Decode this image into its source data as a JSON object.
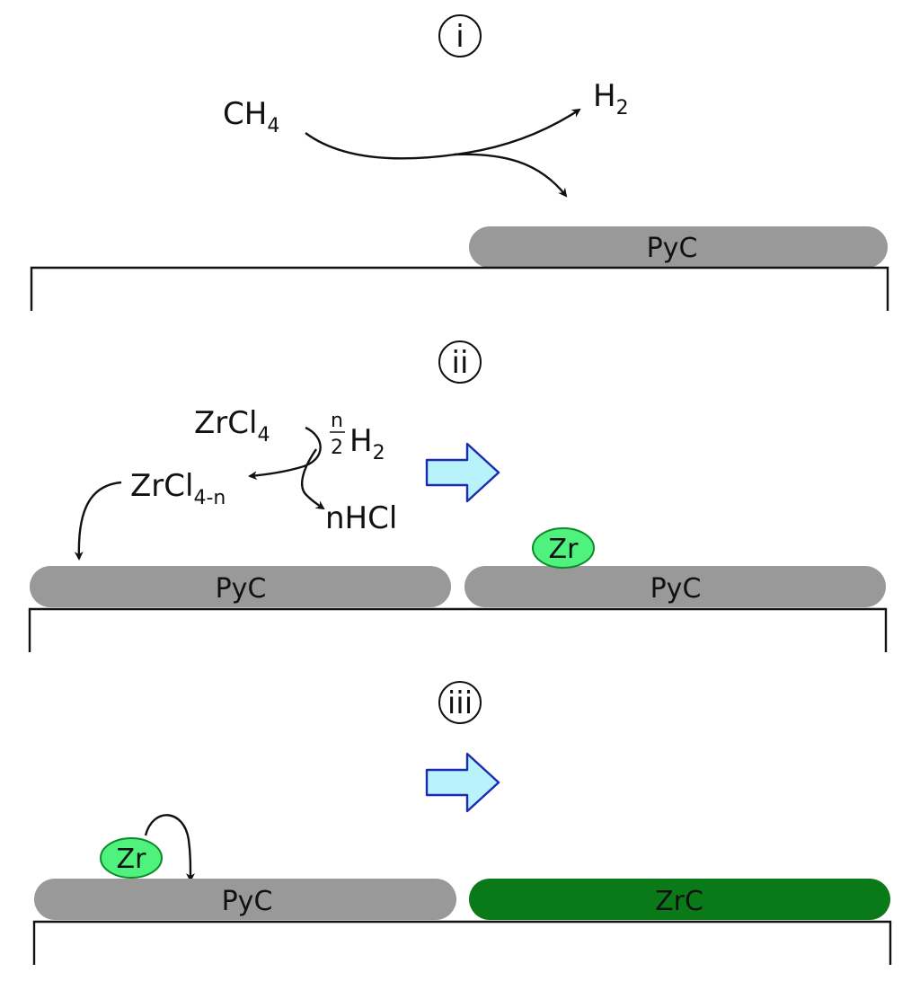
{
  "colors": {
    "pyc_bar": "#999999",
    "zrc_bar": "#0a7a19",
    "zr_atom": "#4ef27d",
    "zr_atom_outline": "#0d8a2a",
    "process_arrow_fill": "#b8f2fb",
    "process_arrow_stroke": "#1a2bb0",
    "line": "#111111"
  },
  "stages": {
    "i": {
      "label": "i",
      "reactant": {
        "base": "CH",
        "sub": "4"
      },
      "product": {
        "base": "H",
        "sub": "2"
      },
      "bar": "PyC"
    },
    "ii": {
      "label": "ii",
      "reactant": {
        "base": "ZrCl",
        "sub": "4"
      },
      "coreactant": {
        "coef_num": "n",
        "coef_den": "2",
        "base": "H",
        "sub": "2"
      },
      "intermediate": {
        "base": "ZrCl",
        "sub": "4-n"
      },
      "byproduct": "nHCl",
      "bar_left": "PyC",
      "bar_right": "PyC",
      "adatom": "Zr"
    },
    "iii": {
      "label": "iii",
      "bar_left": "PyC",
      "bar_right": "ZrC",
      "adatom": "Zr"
    }
  }
}
